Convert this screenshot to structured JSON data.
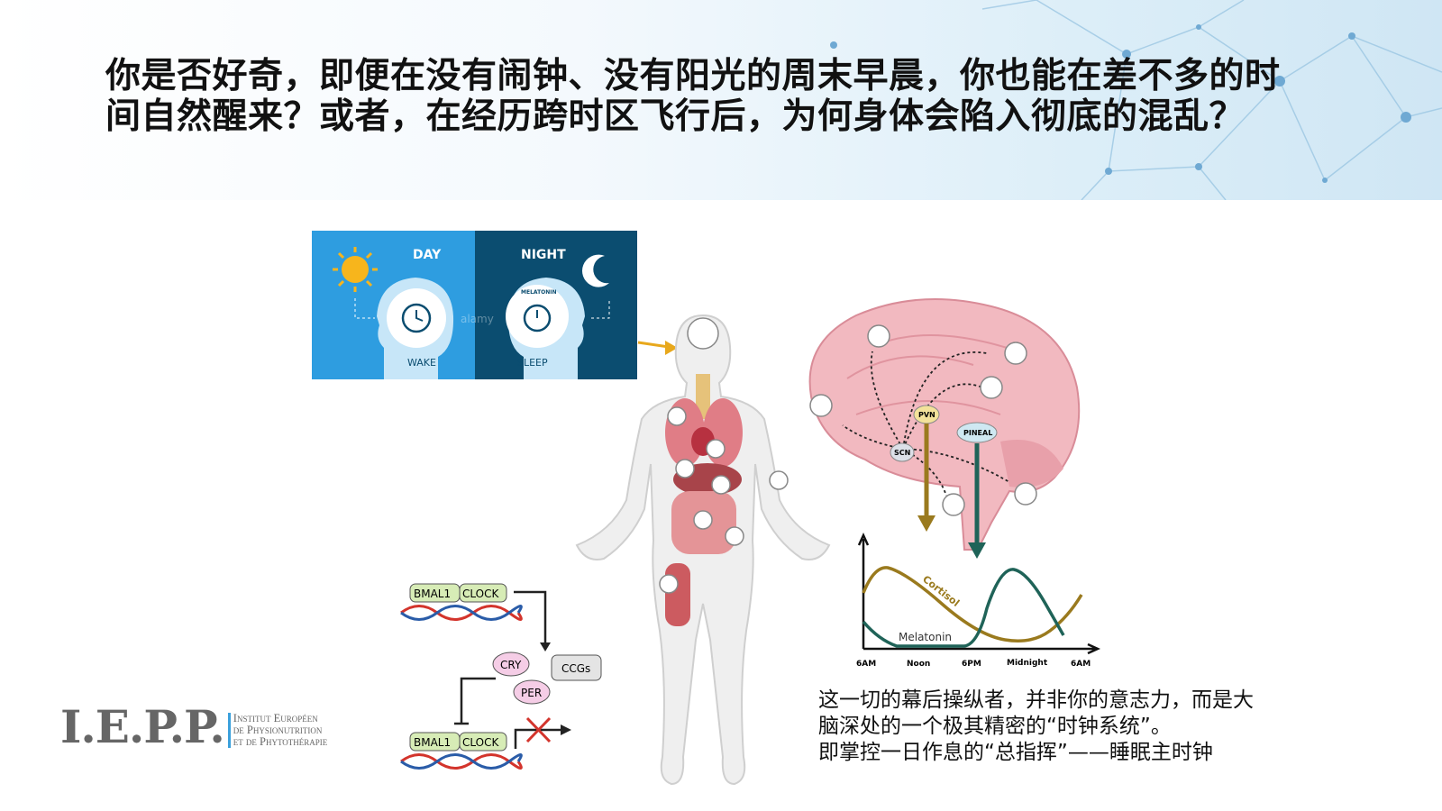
{
  "title": {
    "line1": "你是否好奇，即便在没有闹钟、没有阳光的周末早晨，你也能在差不多的时",
    "line2": "间自然醒来？或者，在经历跨时区飞行后，为何身体会陷入彻底的混乱？"
  },
  "daynight": {
    "day": "DAY",
    "night": "NIGHT",
    "melatonin": "MELATONIN",
    "wake": "WAKE",
    "sleep": "SLEEP",
    "watermark": "alamy",
    "day_color": "#2e9de0",
    "night_color": "#0b4d70"
  },
  "brain": {
    "pvn": "PVN",
    "pineal": "PINEAL",
    "scn": "SCN"
  },
  "graph": {
    "cortisol": "Cortisol",
    "melatonin": "Melatonin",
    "ticks": [
      "6AM",
      "Noon",
      "6PM",
      "Midnight",
      "6AM"
    ],
    "cortisol_color": "#9a7a1e",
    "melatonin_color": "#1f6358"
  },
  "gene": {
    "bmal1": "BMAL1",
    "clock": "CLOCK",
    "cry": "CRY",
    "per": "PER",
    "ccgs": "CCGs"
  },
  "caption": {
    "line1": "这一切的幕后操纵者，并非你的意志力，而是大",
    "line2": "脑深处的一个极其精密的“时钟系统”。",
    "line3": "即掌控一日作息的“总指挥”——睡眠主时钟"
  },
  "logo": {
    "mark": "I.E.P.P.",
    "line1": "Institut Européen",
    "line2": "de Physionutrition",
    "line3": "et de Phytothérapie"
  }
}
